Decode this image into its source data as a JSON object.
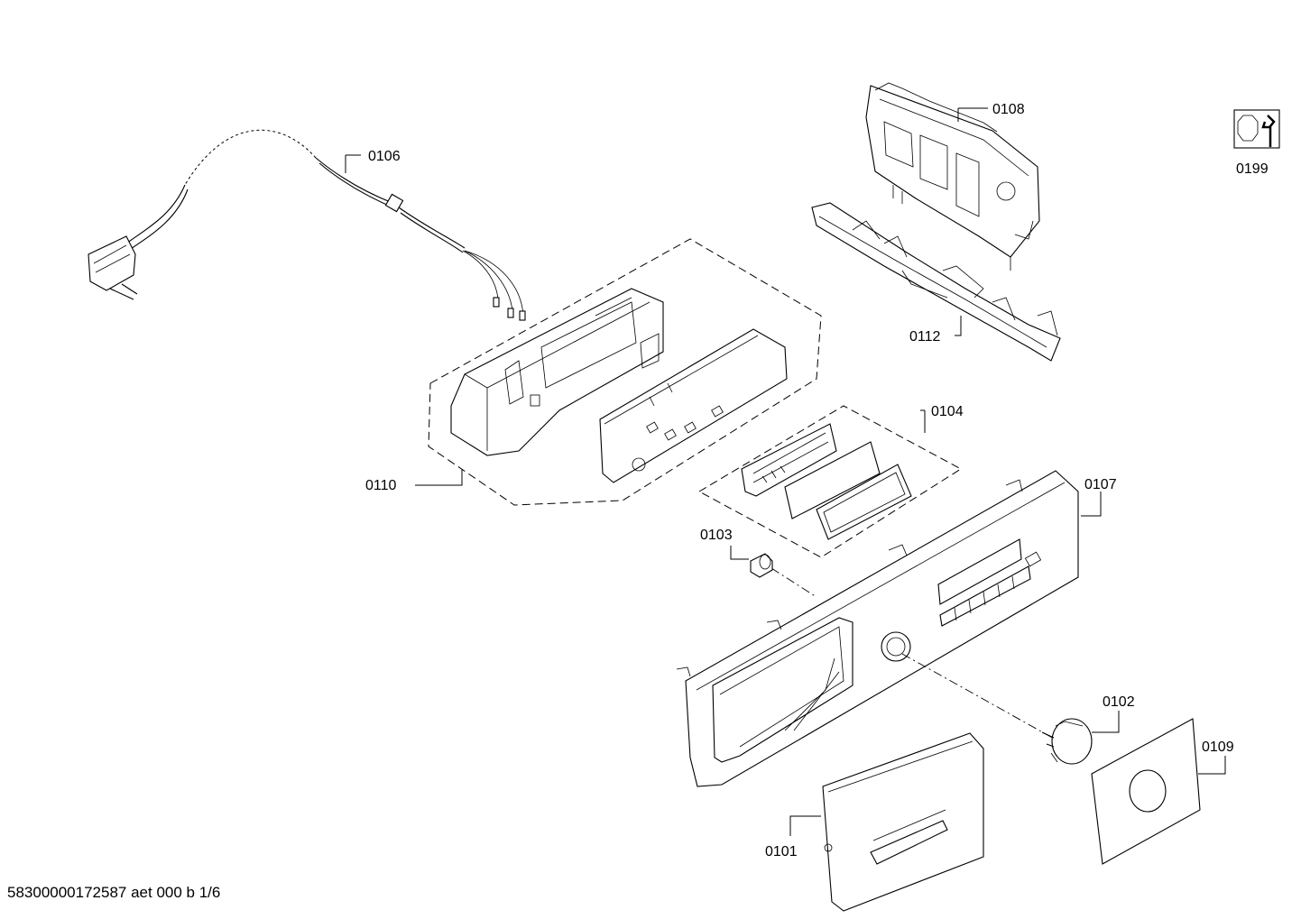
{
  "parts": {
    "p0101": "0101",
    "p0102": "0102",
    "p0103": "0103",
    "p0104": "0104",
    "p0106": "0106",
    "p0107": "0107",
    "p0108": "0108",
    "p0109": "0109",
    "p0110": "0110",
    "p0112": "0112",
    "p0199": "0199"
  },
  "footer": "58300000172587 aet 000 b 1/6",
  "icons": {
    "service_kit": "wrench-icon"
  }
}
